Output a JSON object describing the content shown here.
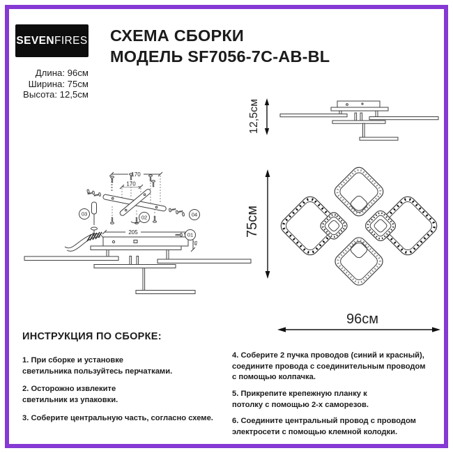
{
  "theme": {
    "border": "#8639d4",
    "logo_bg": "#0d0d0d",
    "ink": "#1c1c1c",
    "line": "#3f3f3f"
  },
  "header": {
    "logo_seven": "SEVEN",
    "logo_fires": "FIRES",
    "title_line1": "СХЕМА СБОРКИ",
    "title_line2": "МОДЕЛЬ SF7056-7C-AB-BL"
  },
  "specs": {
    "length": "Длина: 96см",
    "width": "Ширина: 75см",
    "height": "Высота: 12,5см"
  },
  "diagram": {
    "side_height": "12,5см",
    "top_height": "75см",
    "top_width": "96см",
    "dims": {
      "bracket_outer": "170",
      "bracket_inner": "170",
      "plate": "205",
      "canopy_height": "45"
    },
    "callouts": {
      "c1": "01",
      "c2": "02",
      "c3": "03",
      "c4": "04"
    }
  },
  "instructions": {
    "heading": "ИНСТРУКЦИЯ ПО СБОРКЕ:",
    "left": [
      "1. При сборке и установке\nсветильника пользуйтесь перчатками.",
      "2. Осторожно извлеките\nсветильник из упаковки.",
      "3. Соберите центральную часть, согласно схеме."
    ],
    "right": [
      "4. Соберите 2 пучка проводов (синий и красный),\nсоедините провода с соединительным проводом\nс помощью колпачка.",
      "5. Прикрепите крепежную планку к\nпотолку с помощью 2-х саморезов.",
      "6. Соедините центральный провод с проводом\nэлектросети с помощью клемной колодки."
    ]
  }
}
